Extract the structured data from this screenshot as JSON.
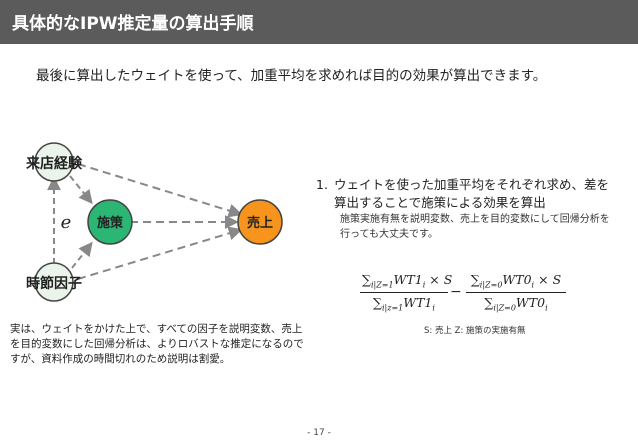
{
  "slide": {
    "title": "具体的なIPW推定量の算出手順",
    "lead": "最後に算出したウェイトを使って、加重平均を求めれば目的の効果が算出できます。",
    "page_number": "- 17 -"
  },
  "diagram": {
    "nodes": {
      "visit": "来店経験",
      "time": "時節因子",
      "treatment": "施策",
      "outcome": "売上"
    },
    "edge_label": "e",
    "colors": {
      "treatment_fill": "#2bb673",
      "outcome_fill": "#f7941d",
      "confounder_fill": "#eaf4ea",
      "node_stroke": "#444444",
      "arrow": "#888888"
    }
  },
  "side_note": "実は、ウェイトをかけた上で、すべての因子を説明変数、売上を目的変数にした回帰分析は、よりロバストな推定になるのですが、資料作成の時間切れのため説明は割愛。",
  "point": {
    "number": "1.",
    "text": "ウェイトを使った加重平均をそれぞれ求め、差を算出することで施策による効果を算出",
    "sub": "施策実施有無を説明変数、売上を目的変数にして回帰分析を行っても大丈夫です。"
  },
  "formula": {
    "sum": "∑",
    "term1_sub": "i|Z=1",
    "term1_num": "WT1",
    "term1_num_sub": "i",
    "times": "×",
    "s": "S",
    "term1_den_sub": "i|z=1",
    "term1_den": "WT1",
    "term1_den_tail": "i",
    "minus": "−",
    "term0_sub": "i|Z=0",
    "term0_num": "WT0",
    "term0_num_sub": "i",
    "term0_den_sub": "i|Z=0",
    "term0_den": "WT0",
    "term0_den_tail": "i"
  },
  "legend_note": "S: 売上 Z: 施策の実施有無"
}
